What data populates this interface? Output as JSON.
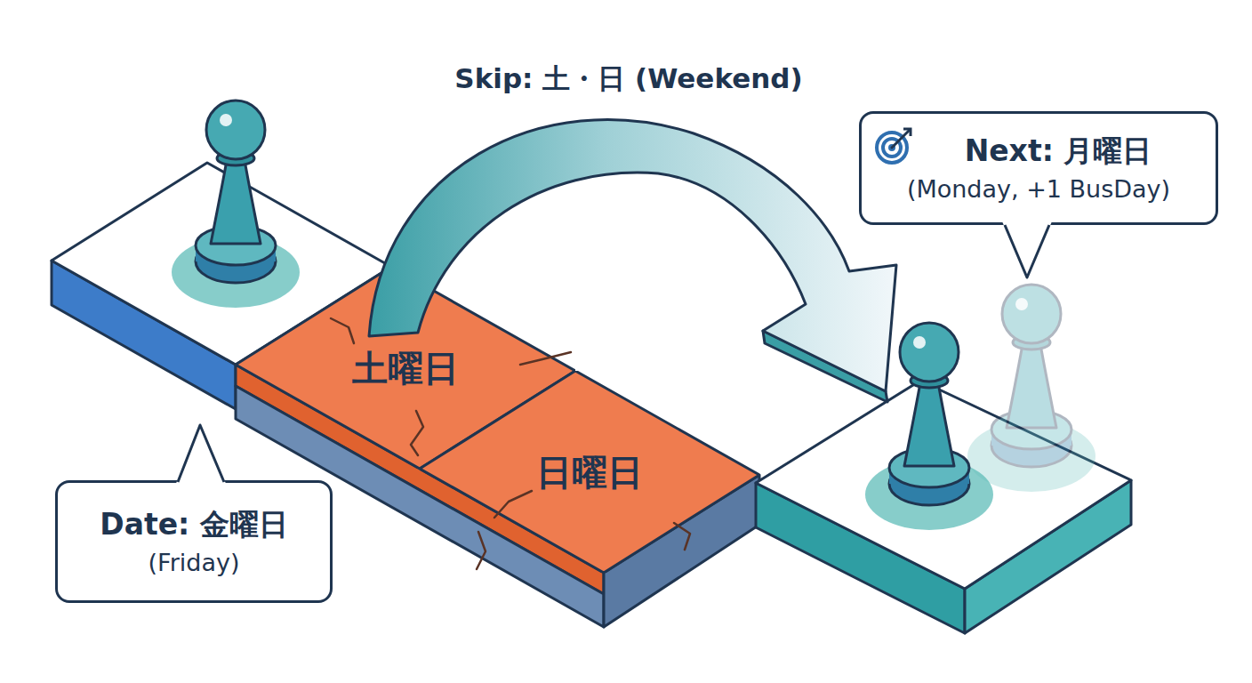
{
  "diagram": {
    "nodes": [
      {
        "text": [
          "Date: 金曜日",
          "(Friday)"
        ]
      },
      {
        "text": [
          "土曜日"
        ]
      },
      {
        "text": [
          "日曜日"
        ]
      },
      {
        "text": [
          "Next: 月曜日",
          "(Monday, +1 BusDay)"
        ]
      }
    ],
    "labels": [
      "Skip: 土・日 (Weekend)"
    ]
  }
}
